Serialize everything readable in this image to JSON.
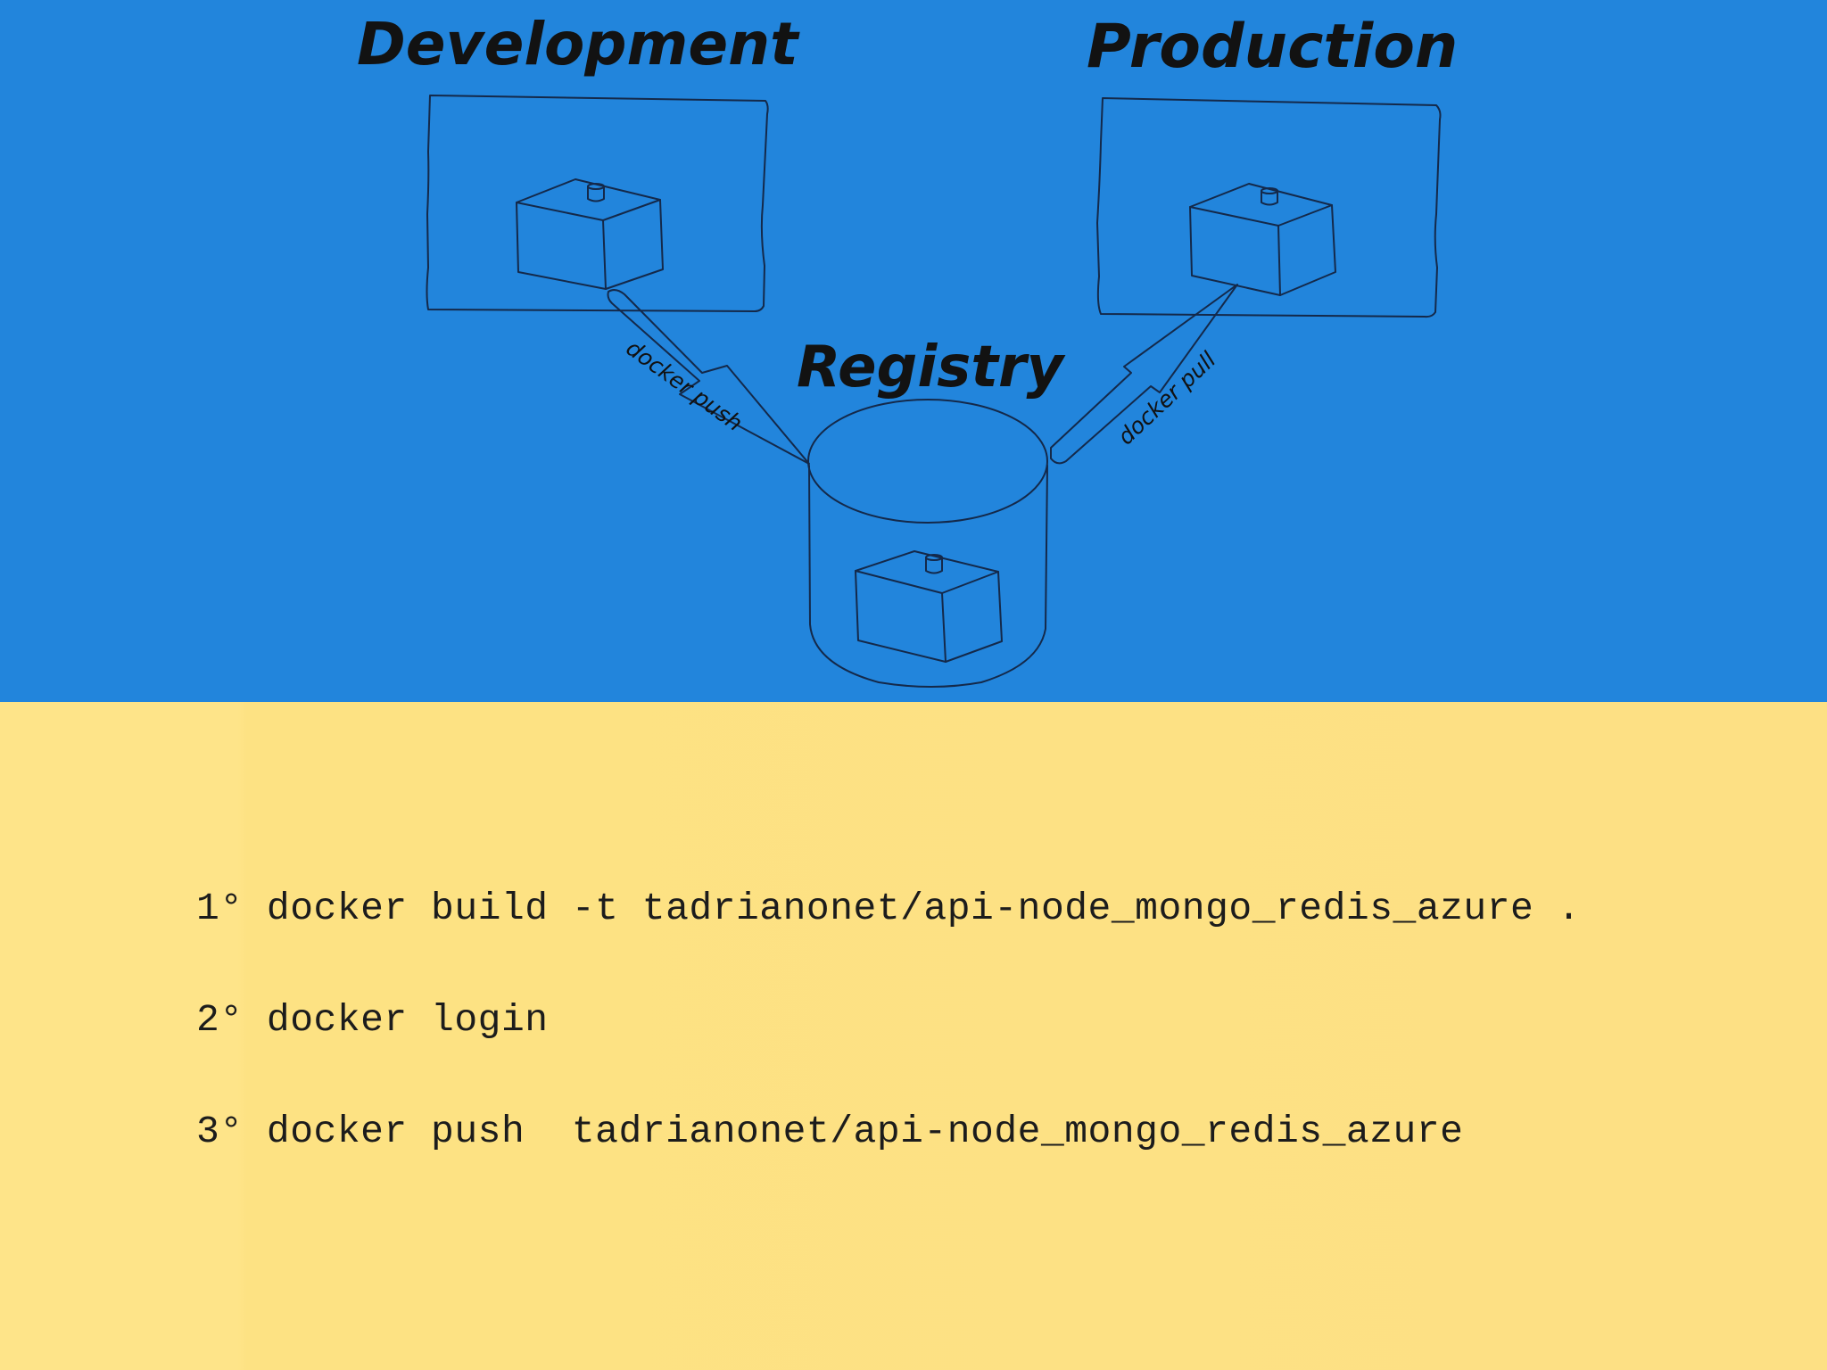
{
  "colors": {
    "top_background": "#2285dc",
    "bottom_background": "#fee489",
    "ink": "#14294a"
  },
  "diagram": {
    "development_label": "Development",
    "production_label": "Production",
    "registry_label": "Registry",
    "push_label": "docker push",
    "pull_label": "docker pull"
  },
  "commands": [
    "1° docker build -t tadrianonet/api-node_mongo_redis_azure .",
    "2° docker login",
    "3° docker push  tadrianonet/api-node_mongo_redis_azure"
  ]
}
